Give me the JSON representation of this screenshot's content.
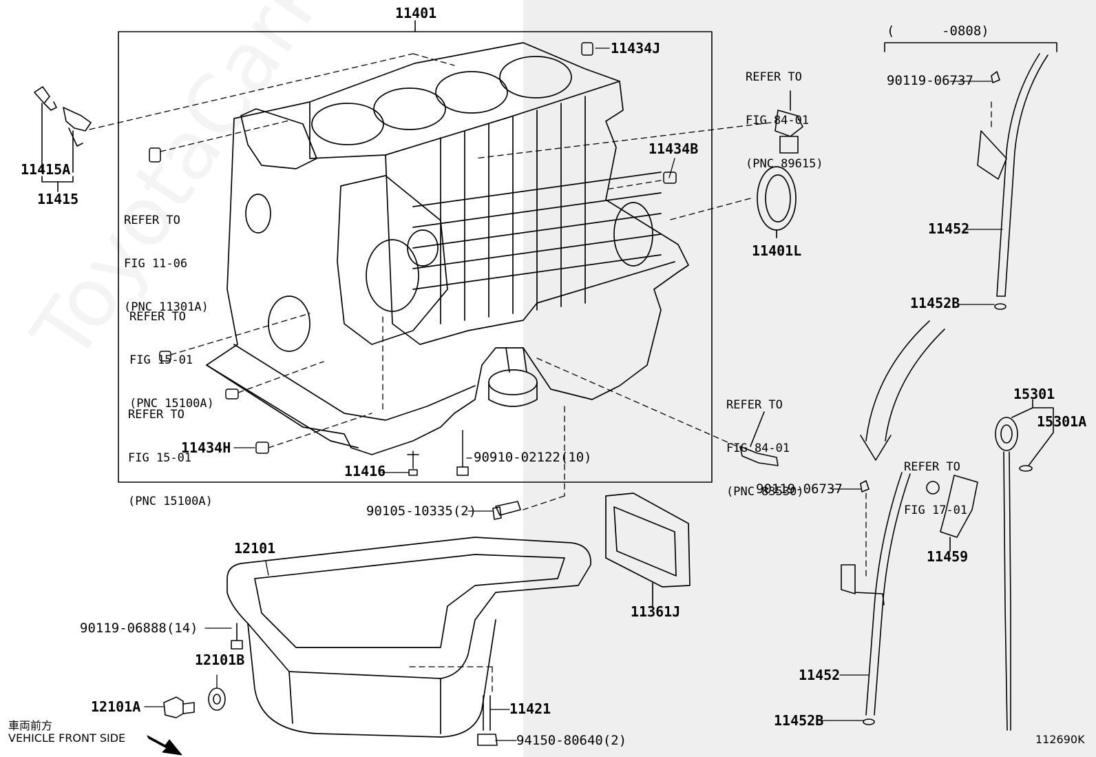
{
  "watermark": "ToyotaCarParts.ru",
  "figure_code": "112690K",
  "front_side": {
    "jp": "車両前方",
    "en": "VEHICLE FRONT SIDE"
  },
  "date_range": "(      -0808)",
  "parts": {
    "p11401": "11401",
    "p11434J": "11434J",
    "p11434B": "11434B",
    "p11434H": "11434H",
    "p11415A": "11415A",
    "p11415": "11415",
    "p11401L": "11401L",
    "p11416": "11416",
    "p90910": "90910-02122(10)",
    "p90105": "90105-10335(2)",
    "p12101": "12101",
    "p90119_06888": "90119-06888(14)",
    "p12101B": "12101B",
    "p12101A": "12101A",
    "p11421": "11421",
    "p94150": "94150-80640(2)",
    "p11361J": "11361J",
    "p90119_top": "90119-06737",
    "p11452_top": "11452",
    "p11452B_top": "11452B",
    "p90119_bot": "90119-06737",
    "p11452_bot": "11452",
    "p11452B_bot": "11452B",
    "p15301": "15301",
    "p15301A": "15301A",
    "p11459": "11459"
  },
  "refs": {
    "r1": [
      "REFER TO",
      "FIG 11-06",
      "(PNC 11301A)"
    ],
    "r2": [
      "REFER TO",
      "FIG 15-01",
      "(PNC 15100A)"
    ],
    "r3": [
      "REFER TO",
      "FIG 15-01",
      "(PNC 15100A)"
    ],
    "r4": [
      "REFER TO",
      "FIG 84-01",
      "(PNC 89615)"
    ],
    "r5": [
      "REFER TO",
      "FIG 84-01",
      "(PNC 83530)"
    ],
    "r6": [
      "REFER TO",
      "FIG 17-01"
    ]
  }
}
